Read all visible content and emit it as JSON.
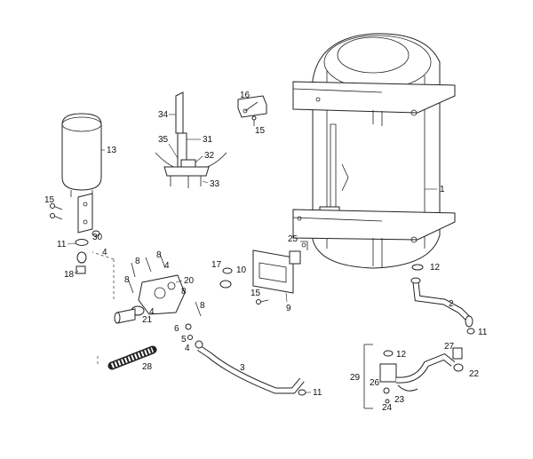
{
  "callouts": {
    "c1": "1",
    "c2": "2",
    "c3": "3",
    "c4a": "4",
    "c4b": "4",
    "c4c": "4",
    "c5": "5",
    "c6": "6",
    "c8a": "8",
    "c8b": "8",
    "c8c": "8",
    "c8d": "8",
    "c8e": "8",
    "c9": "9",
    "c10": "10",
    "c11a": "11",
    "c11b": "11",
    "c11c": "11",
    "c12a": "12",
    "c12b": "12",
    "c13": "13",
    "c15a": "15",
    "c15b": "15",
    "c15c": "15",
    "c16": "16",
    "c17": "17",
    "c18": "18",
    "c20": "20",
    "c21": "21",
    "c22": "22",
    "c23": "23",
    "c24": "24",
    "c25": "25",
    "c26": "26",
    "c27": "27",
    "c28": "28",
    "c29": "29",
    "c30": "30",
    "c31": "31",
    "c32": "32",
    "c33": "33",
    "c34": "34",
    "c35": "35"
  }
}
